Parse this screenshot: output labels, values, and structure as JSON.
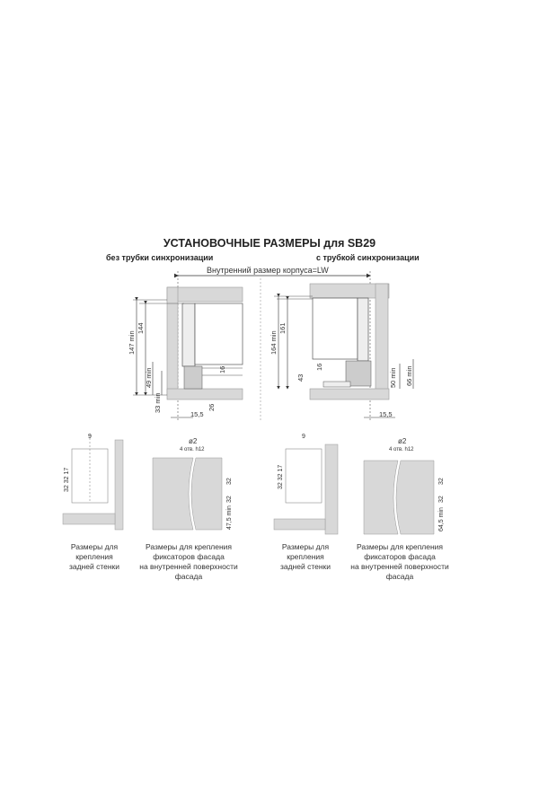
{
  "title": "УСТАНОВОЧНЫЕ РАЗМЕРЫ для SB29",
  "subtitles": {
    "left": "без трубки синхронизации",
    "right": "с трубкой синхронизации"
  },
  "inner_size_label": "Внутренний размер корпуса=LW",
  "left_section": {
    "dims": {
      "h1": "147 min",
      "h2": "144",
      "h3": "49 min",
      "h4": "33 min",
      "h5": "16",
      "h6": "26",
      "w1": "15,5"
    }
  },
  "right_section": {
    "dims": {
      "h1": "164 min",
      "h2": "161",
      "h3": "43",
      "h4": "16",
      "h5": "50 min",
      "h6": "66 min",
      "w1": "15,5"
    }
  },
  "details": [
    {
      "spacing_top": "9",
      "dims": [
        "17",
        "32",
        "32"
      ],
      "caption": [
        "Размеры для",
        "крепления",
        "задней стенки"
      ]
    },
    {
      "hole": "ø2",
      "hole_note": "4 отв. h12",
      "dims": [
        "32",
        "32",
        "47,5 min"
      ],
      "caption": [
        "Размеры для крепления",
        "фиксаторов фасада",
        "на внутренней поверхности фасада"
      ]
    },
    {
      "spacing_top": "9",
      "dims": [
        "17",
        "32",
        "32"
      ],
      "caption": [
        "Размеры для",
        "крепления",
        "задней стенки"
      ]
    },
    {
      "hole": "ø2",
      "hole_note": "4 отв. h12",
      "dims": [
        "32",
        "32",
        "64,5 min"
      ],
      "caption": [
        "Размеры для крепления",
        "фиксаторов фасада",
        "на внутренней поверхности фасада"
      ]
    }
  ]
}
